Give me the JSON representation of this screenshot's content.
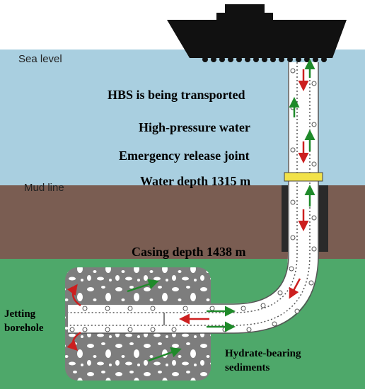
{
  "labels": {
    "sea_level": "Sea level",
    "mud_line": "Mud line",
    "hbs_transport": "HBS is being transported",
    "high_pressure": "High-pressure water",
    "release_joint": "Emergency release joint",
    "water_depth": "Water depth 1315 m",
    "casing_depth": "Casing depth 1438 m",
    "jetting_1": "Jetting",
    "jetting_2": "borehole",
    "hydrate_1": "Hydrate-bearing",
    "hydrate_2": "sediments"
  },
  "colors": {
    "sky": "#ffffff",
    "sea": "#a9cfe0",
    "mud": "#7a5d52",
    "sediment": "#4ea86a",
    "ship": "#111111",
    "casing": "#2a2a2a",
    "joint": "#f2e24a",
    "borehole": "#8a8a8a",
    "arrow_down": "#cc1f1f",
    "arrow_up": "#1f8a2a"
  }
}
